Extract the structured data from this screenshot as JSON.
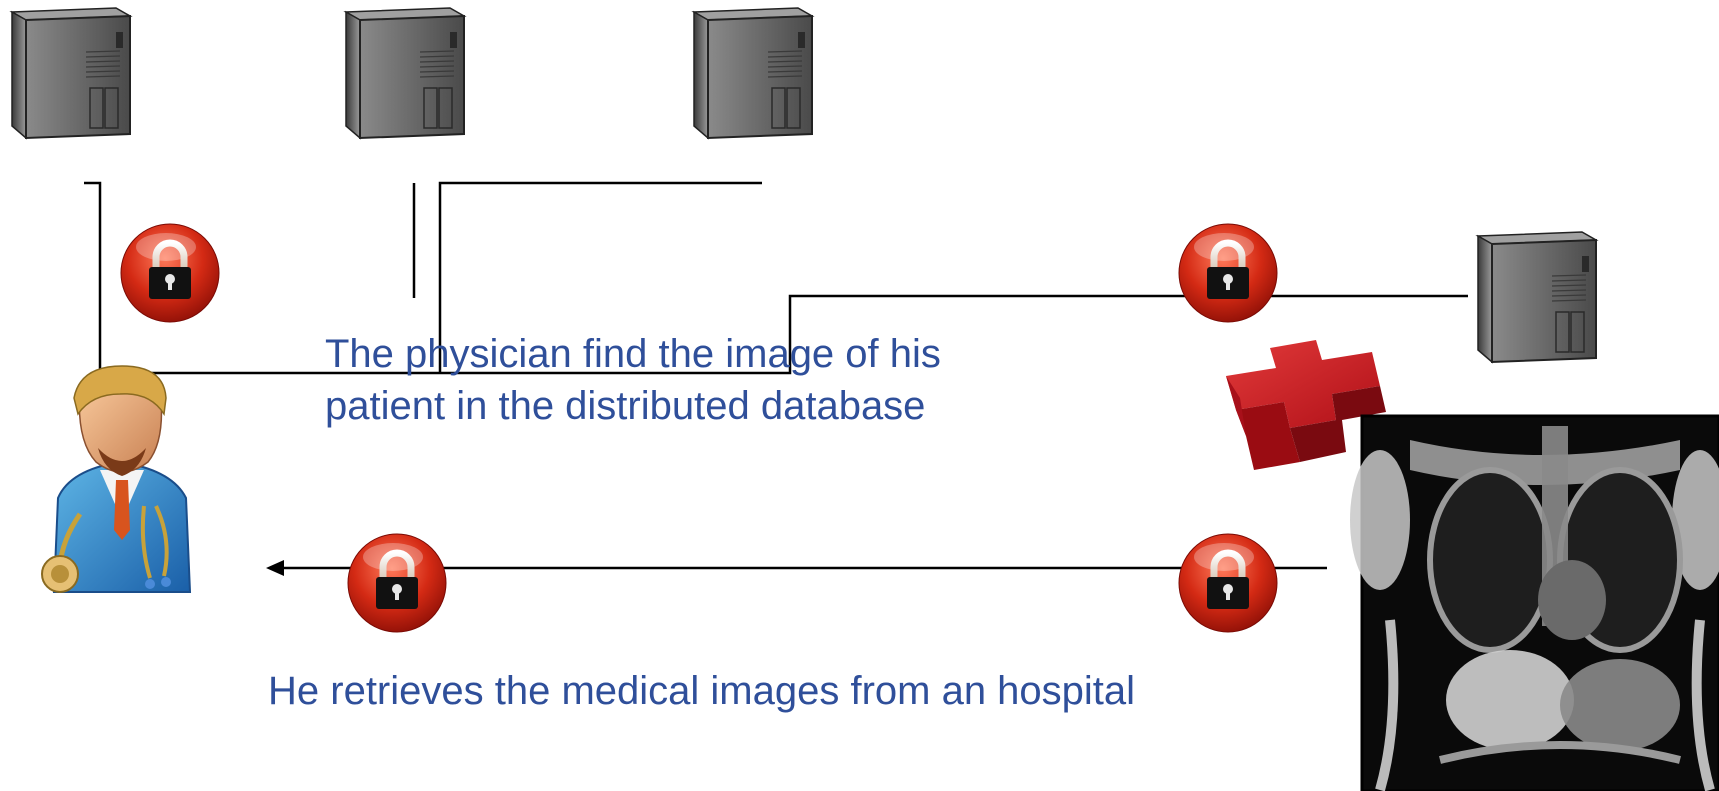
{
  "captions": {
    "find_line1": "The physician find the image of his",
    "find_line2": "patient in the distributed database",
    "retrieve": "He retrieves the medical images from an hospital"
  },
  "colors": {
    "caption_text": "#2f4f9a",
    "connector_line": "#000000",
    "lock_badge": "#c41a10",
    "medical_cross": "#c0141e",
    "server_body": "#6e6e6e"
  },
  "icons": {
    "server": "server-tower-icon",
    "lock": "padlock-icon",
    "physician": "doctor-avatar-icon",
    "cross": "medical-cross-icon",
    "scan": "mri-chest-scan-image"
  }
}
